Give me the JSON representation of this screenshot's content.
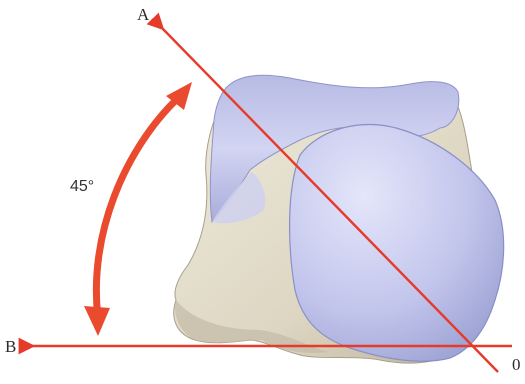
{
  "labels": {
    "line_a": "A",
    "line_b": "B",
    "origin": "0",
    "angle": "45°"
  },
  "colors": {
    "axis_line": "#e63a2a",
    "angle_arrow": "#ea4a2d",
    "cartilage_fill": "#c9cbec",
    "bone_fill": "#e5e0d0"
  }
}
